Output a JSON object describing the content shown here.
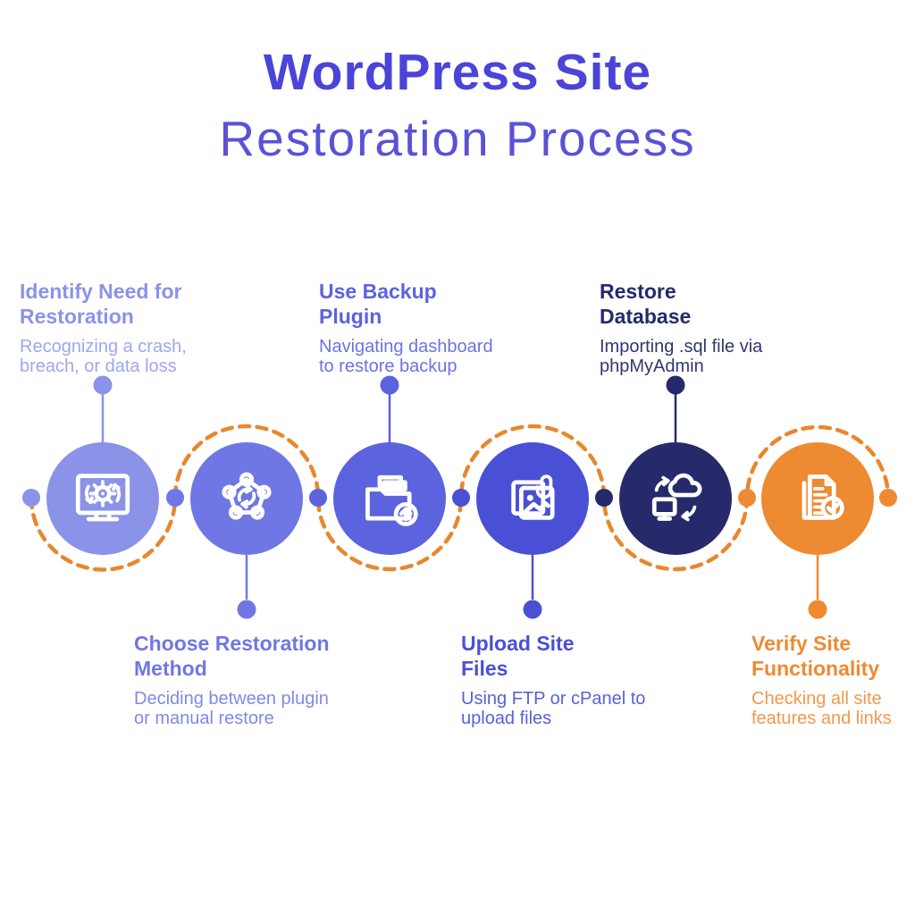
{
  "title": {
    "line1": "WordPress Site",
    "line2": "Restoration Process",
    "color_bold": "#4b44d8",
    "color_light": "#5a52d6"
  },
  "timeline": {
    "dash_color": "#e8872e",
    "node_colors": [
      "#8a93e8",
      "#6f77e4",
      "#5c63de",
      "#4a50d5",
      "#262a6b",
      "#ee8a31",
      "#ee8a31"
    ]
  },
  "steps": [
    {
      "order": 1,
      "heading": "Identify Need for\nRestoration",
      "description": "Recognizing a crash,\nbreach, or data loss",
      "color": "#8a93e8",
      "desc_color": "#9fa6ec",
      "icon": "monitor-gear-sync"
    },
    {
      "order": 2,
      "heading": "Choose Restoration\nMethod",
      "description": "Deciding between plugin\nor manual restore",
      "color": "#6f77e4",
      "desc_color": "#8288e7",
      "icon": "network-sync"
    },
    {
      "order": 3,
      "heading": "Use Backup\nPlugin",
      "description": "Navigating dashboard\nto restore backup",
      "color": "#5c63de",
      "desc_color": "#6d73e1",
      "icon": "folder-upload"
    },
    {
      "order": 4,
      "heading": "Upload Site\nFiles",
      "description": "Using FTP or cPanel to\nupload files",
      "color": "#4a50d5",
      "desc_color": "#5a60da",
      "icon": "image-files-paperclip"
    },
    {
      "order": 5,
      "heading": "Restore\nDatabase",
      "description": "Importing .sql file via\nphpMyAdmin",
      "color": "#262a6b",
      "desc_color": "#31366f",
      "icon": "cloud-computer-sync"
    },
    {
      "order": 6,
      "heading": "Verify Site\nFunctionality",
      "description": "Checking all site\nfeatures and links",
      "color": "#ee8a31",
      "desc_color": "#f0994c",
      "icon": "document-check"
    }
  ]
}
